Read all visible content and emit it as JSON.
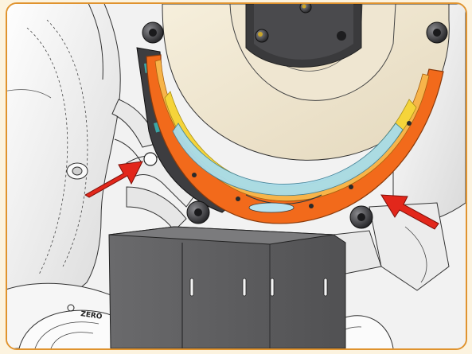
{
  "illustration": {
    "engraving_text": "ZERO",
    "colors": {
      "frame_border": "#e0932e",
      "page_background": "#fcf3df",
      "guard_outer": "#f26a1b",
      "guard_yellow": "#f5d43a",
      "guard_blue": "#a8dceb",
      "arrow": "#e2271b",
      "housing": "#5e5e60"
    },
    "callout_arrows": [
      {
        "points_at": "left-guard-mounting-bolt",
        "direction": "up-right"
      },
      {
        "points_at": "right-guard-edge",
        "direction": "up-left"
      }
    ]
  }
}
